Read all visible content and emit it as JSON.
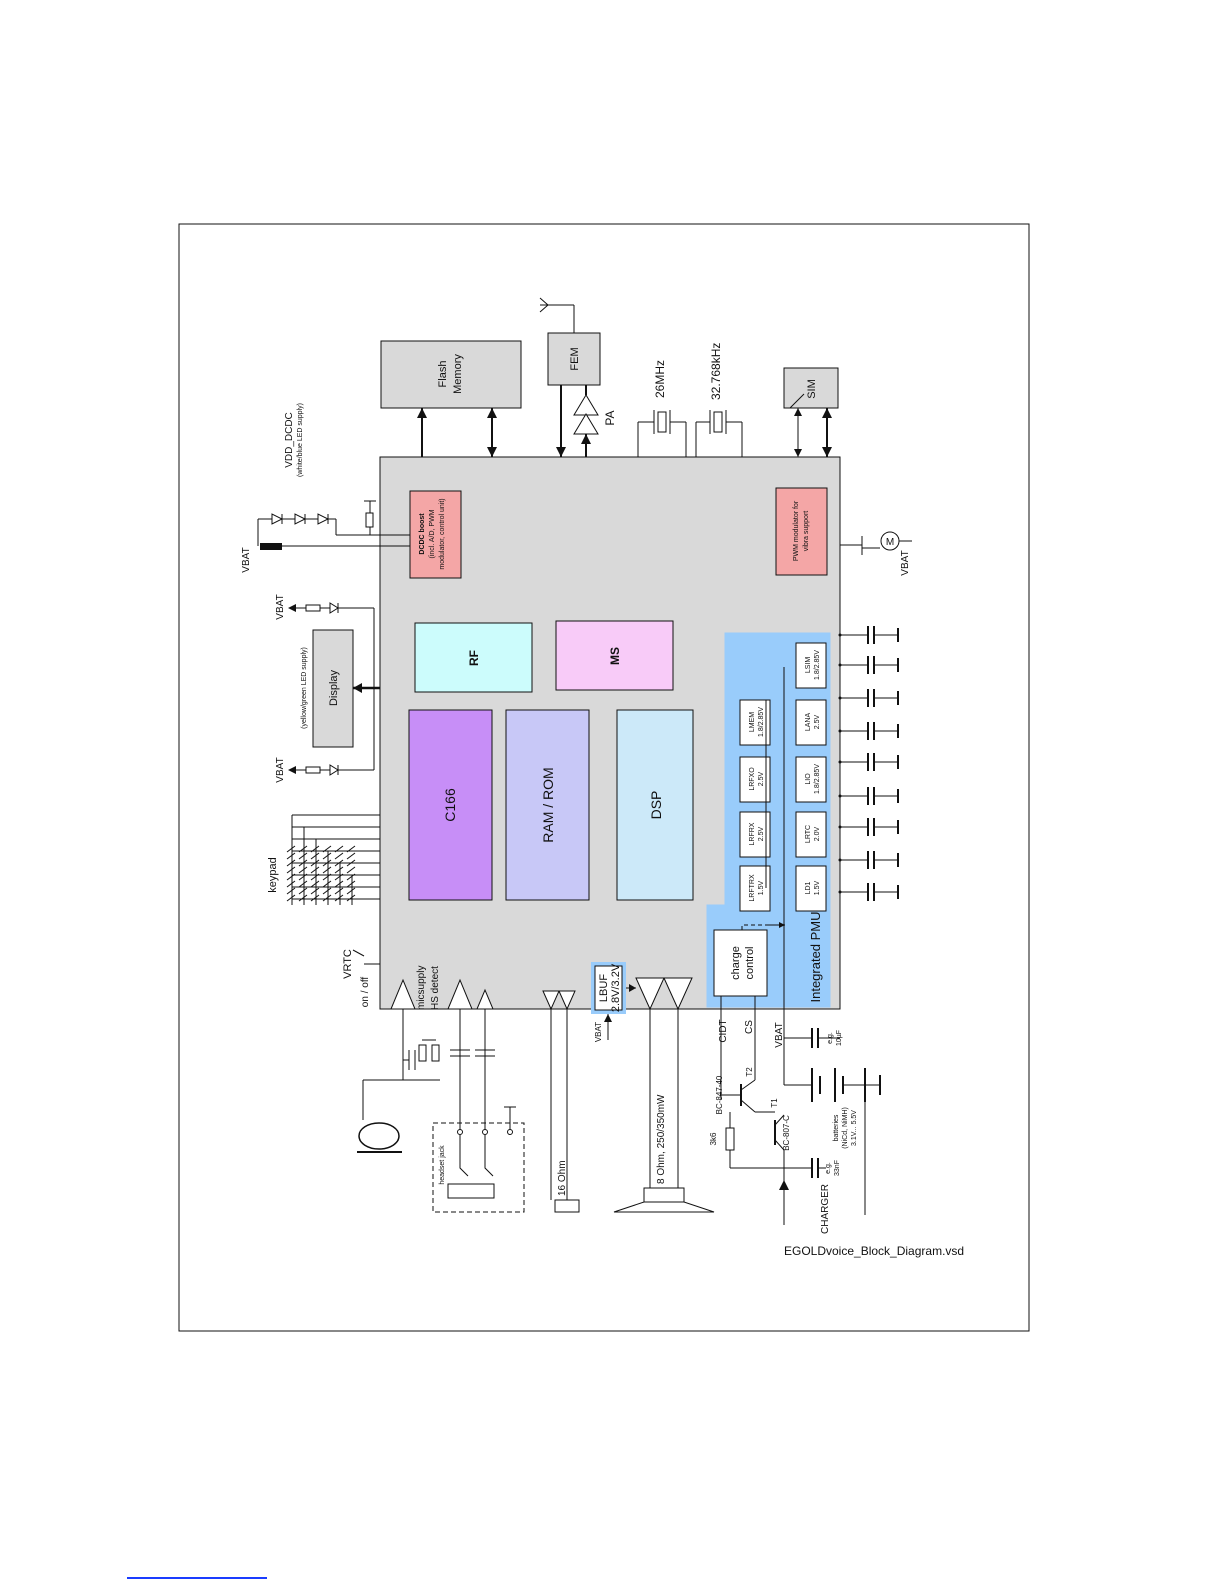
{
  "colors": {
    "page_bg": "#ffffff",
    "chip": "#d9d9d9",
    "flash": "#d9d9d9",
    "pink_block": "#f4a6a6",
    "rf": "#ccfcfc",
    "ms": "#f8cbf8",
    "c166": "#c78ef7",
    "ramrom": "#c8c8f7",
    "dsp": "#cce9f9",
    "pmu": "#99ccfb",
    "regulator": "#ffffff",
    "link": "#1a3cff"
  },
  "icons": [
    "antenna-icon",
    "led-diode-icon",
    "motor-icon",
    "speaker-icon",
    "microphone-icon",
    "transistor-icon",
    "capacitor-icon",
    "battery-icon",
    "crystal-icon",
    "amplifier-icon"
  ],
  "labels": {
    "flash_memory": [
      "Flash",
      "Memory"
    ],
    "fem": "FEM",
    "pa": "PA",
    "crystal_26": "26MHz",
    "crystal_32": "32.768kHz",
    "sim": "SIM",
    "vdd_dcdc": "VDD_DCDC",
    "vdd_dcdc_note": "(white/blue LED supply)",
    "dcdc_block": [
      "DCDC boost",
      "(incl. A/D, PWM",
      "modulator, control unit)"
    ],
    "pwm_block": [
      "PWM modulator for",
      "vibra support"
    ],
    "vbat": "VBAT",
    "display": "Display",
    "display_note": "(yellow/green LED supply)",
    "rf": "RF",
    "ms": "MS",
    "c166": "C166",
    "ram_rom": "RAM / ROM",
    "dsp": "DSP",
    "keypad": "keypad",
    "vrtc": "VRTC",
    "on_off": "on / off",
    "micsupply": "micsupply",
    "hs_detect": "HS detect",
    "lbuf": [
      "LBUF",
      "2.8V/3.2V"
    ],
    "charge_control": [
      "charge",
      "control"
    ],
    "integrated_pmu": "Integrated PMU",
    "cidt": "CIDT",
    "cs": "CS",
    "bc847": "BC-847-40",
    "bc807": "BC-807-C",
    "t1": "T1",
    "t2": "T2",
    "r3k6": "3k6",
    "cap10": [
      "e.g.",
      "10µF"
    ],
    "cap33": [
      "e.g.",
      "33nF"
    ],
    "batteries": [
      "batteries",
      "(NiCd, NiMH)",
      "3.1V... 5.5V"
    ],
    "charger": "CHARGER",
    "ohm16": "16 Ohm",
    "speaker": "8 Ohm, 250/350mW",
    "headset_jack": "headset jack",
    "filename": "EGOLDvoice_Block_Diagram.vsd"
  },
  "regulators": [
    {
      "name": "LMEM",
      "voltage": "1.8/2.85V"
    },
    {
      "name": "LRFXO",
      "voltage": "2.5V"
    },
    {
      "name": "LRFRX",
      "voltage": "2.5V"
    },
    {
      "name": "LRFTRX",
      "voltage": "1.5V"
    },
    {
      "name": "LSIM",
      "voltage": "1.8/2.85V"
    },
    {
      "name": "LANA",
      "voltage": "2.5V"
    },
    {
      "name": "LIO",
      "voltage": "1.8/2.85V"
    },
    {
      "name": "LRTC",
      "voltage": "2.0V"
    },
    {
      "name": "LD1",
      "voltage": "1.5V"
    }
  ]
}
